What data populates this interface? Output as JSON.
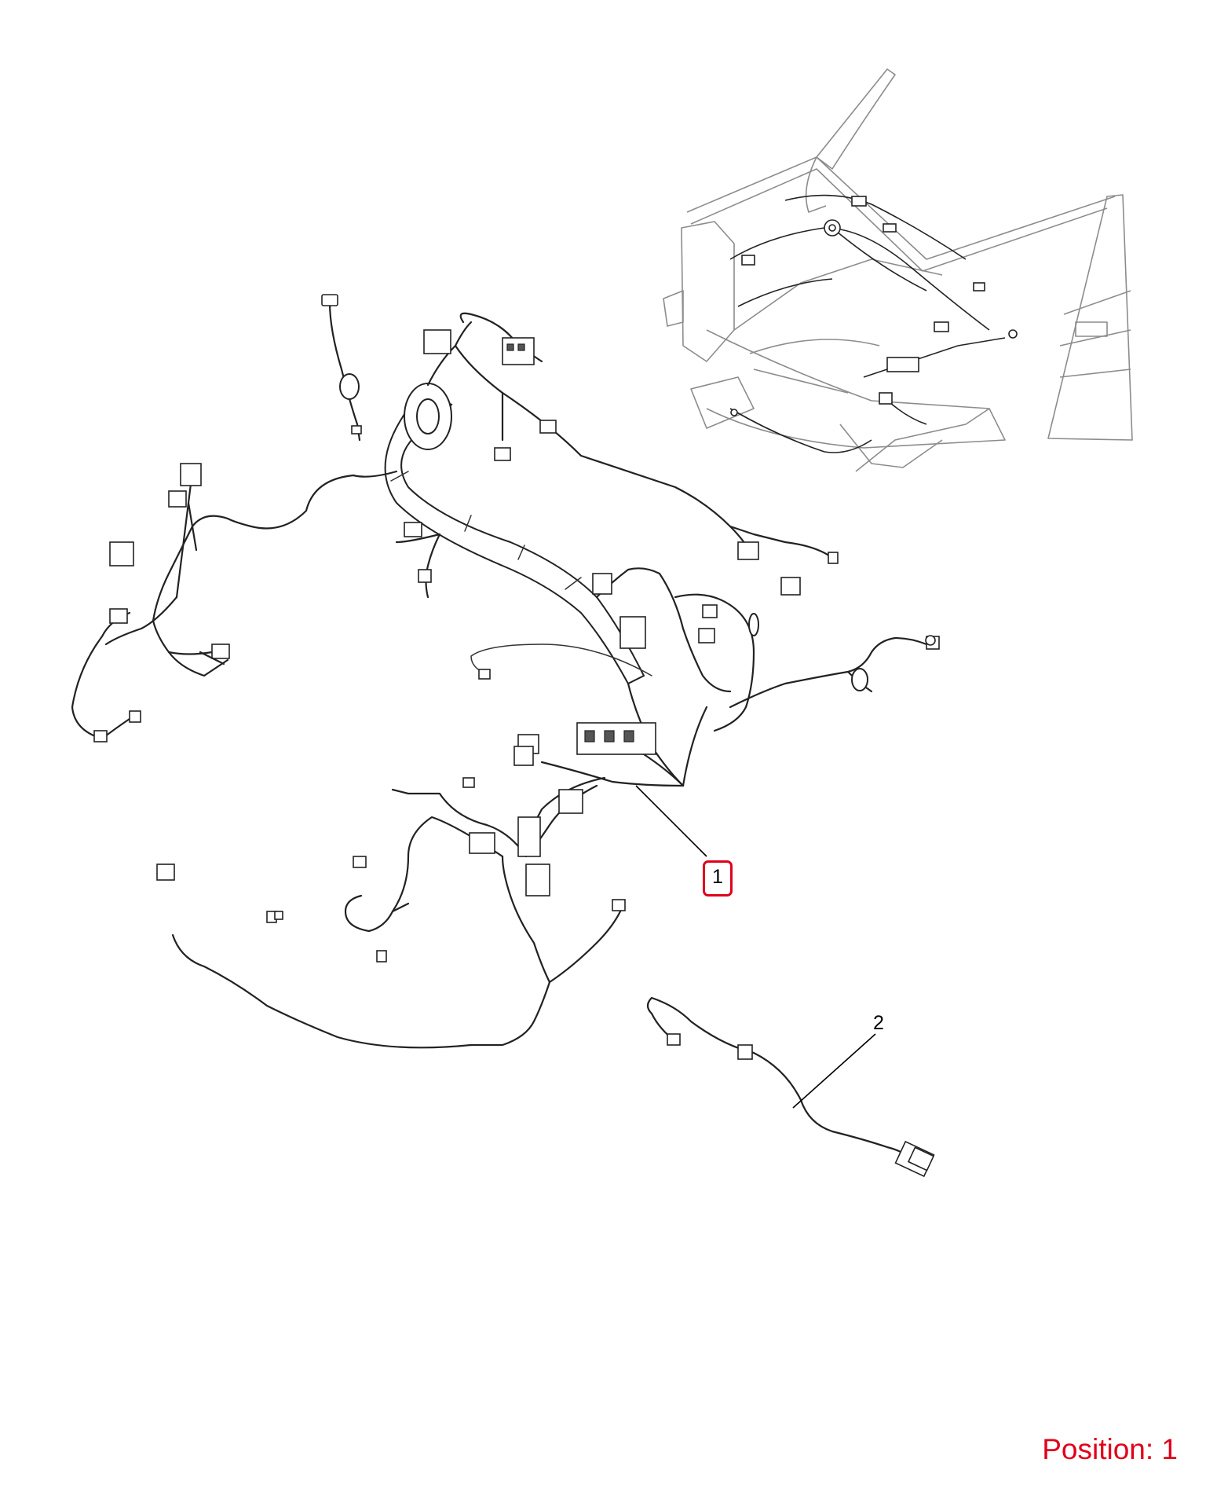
{
  "callouts": [
    {
      "id": "1",
      "label": "1",
      "highlighted": true
    },
    {
      "id": "2",
      "label": "2",
      "highlighted": false
    }
  ],
  "position_text": "Position: 1",
  "colors": {
    "highlight": "#e0001a",
    "line": "#222222",
    "body_outline": "#8c8c8c"
  }
}
